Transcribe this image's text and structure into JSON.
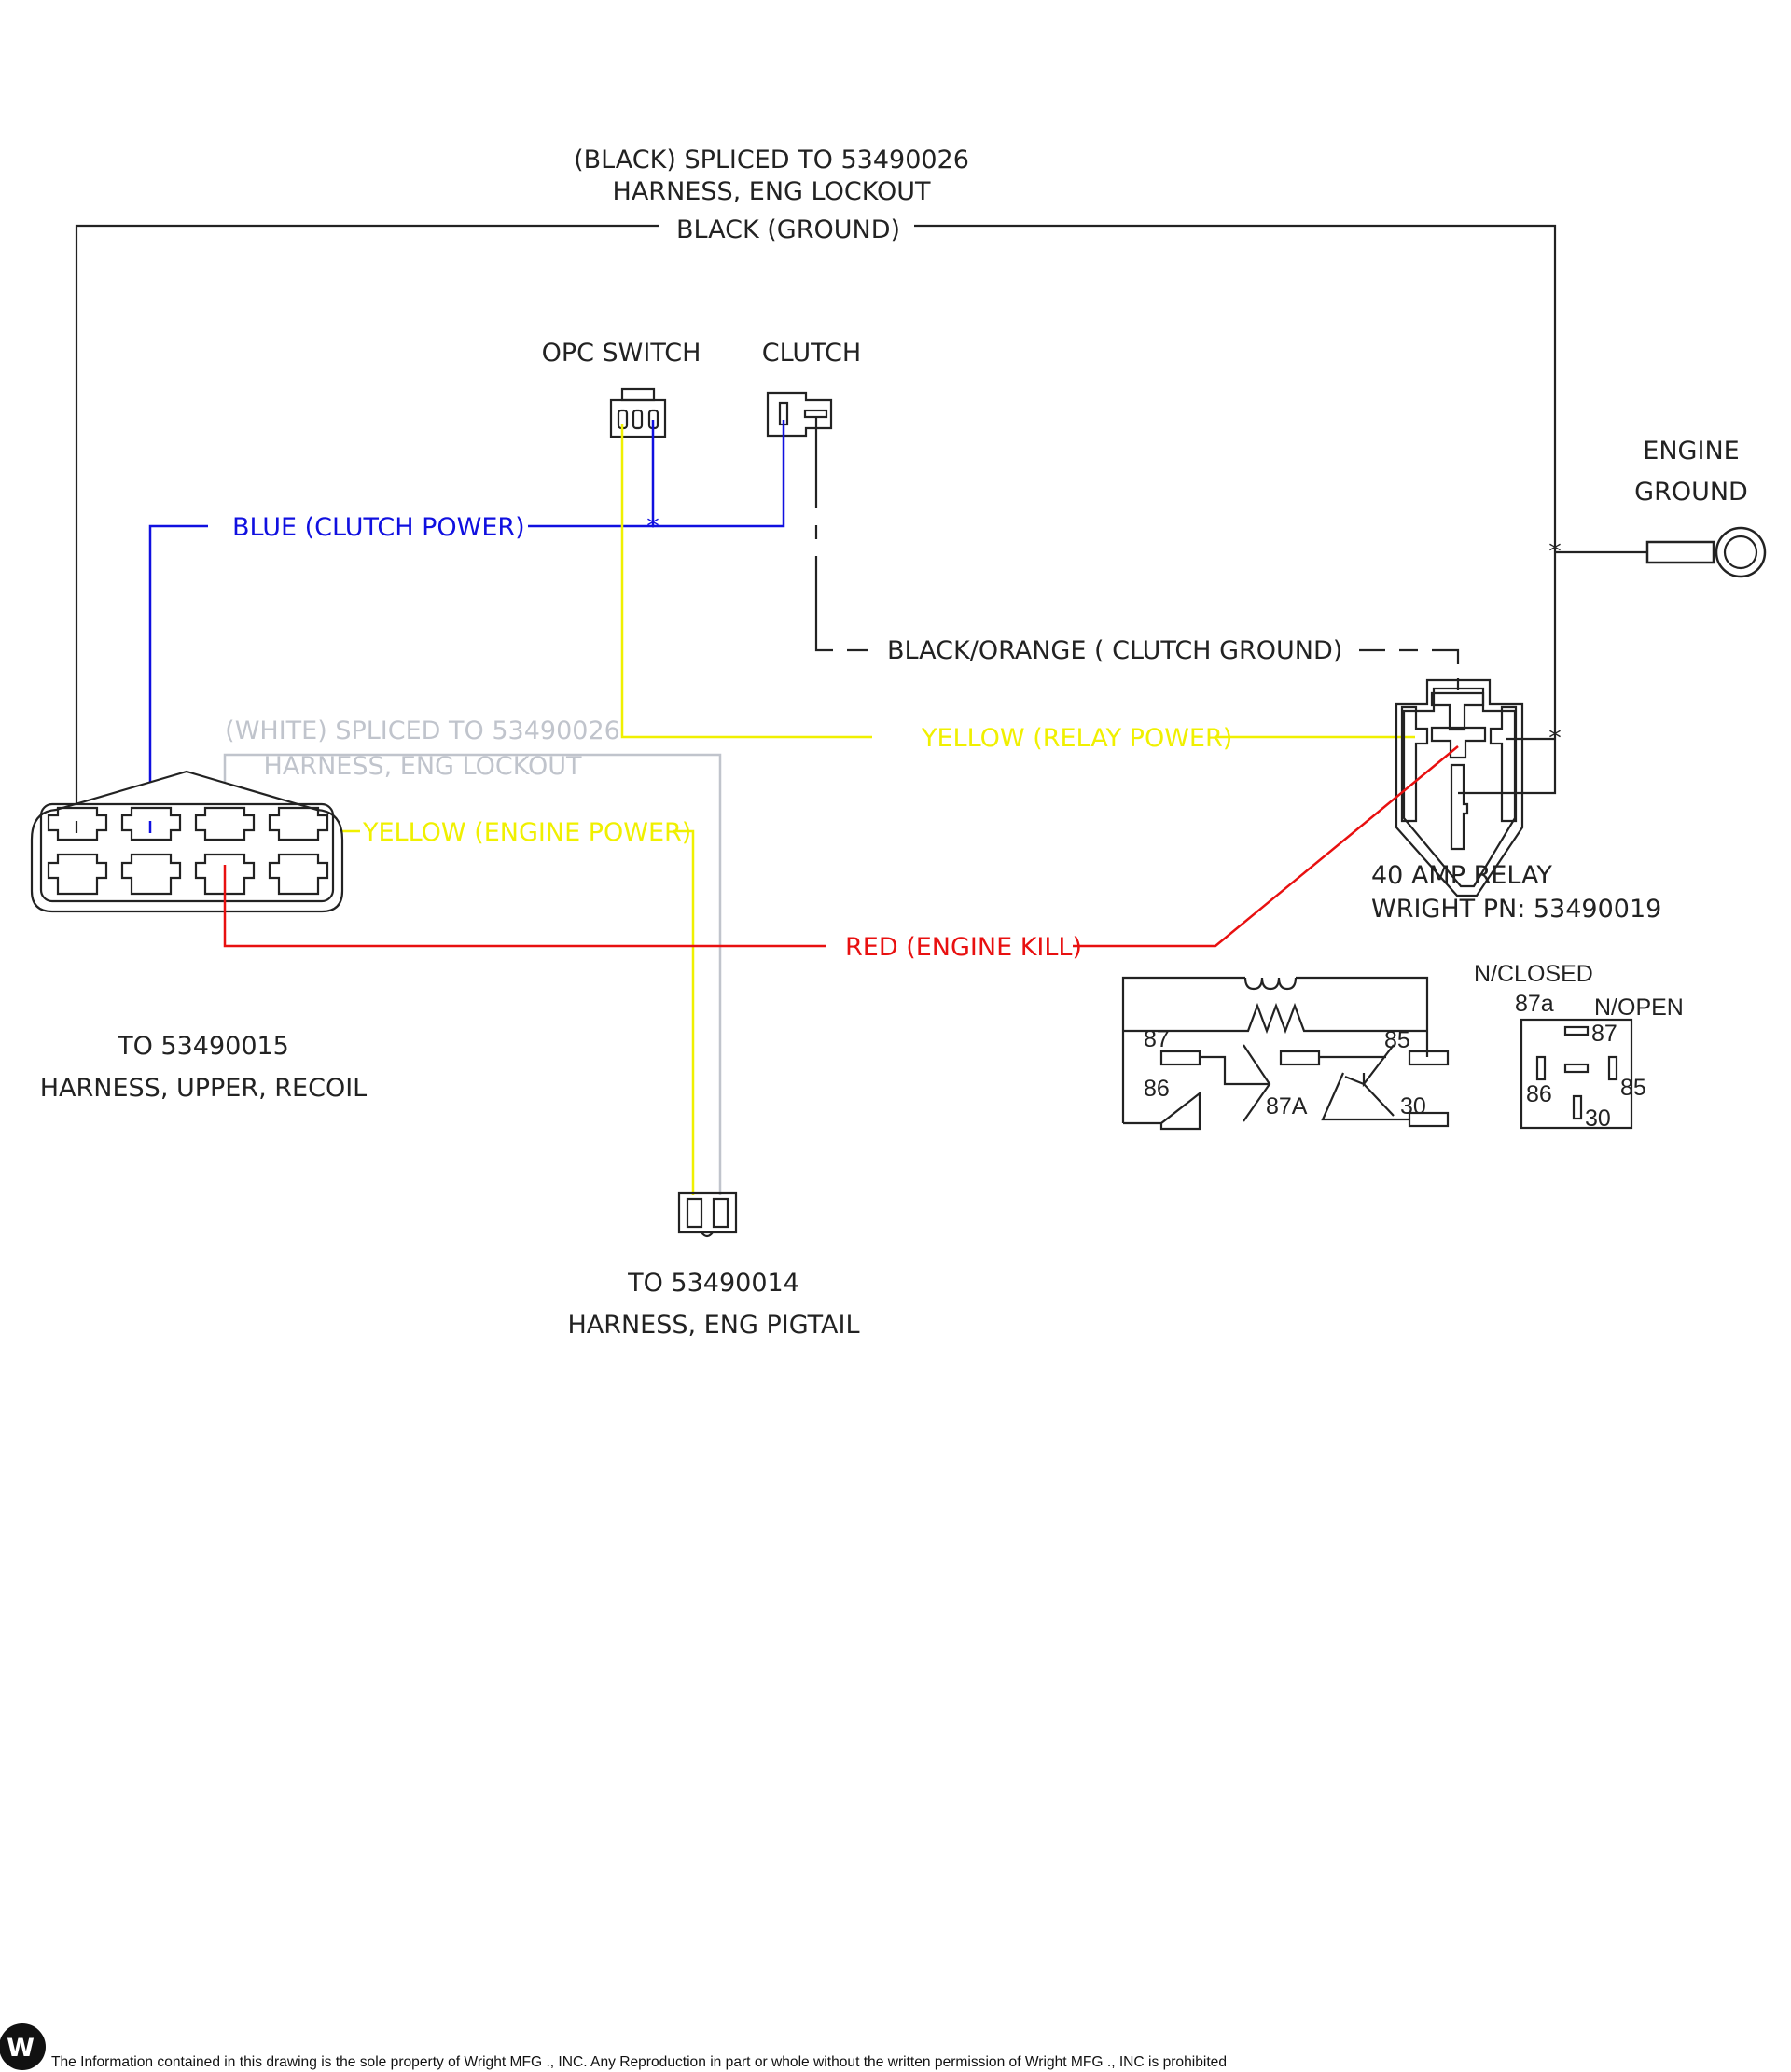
{
  "labels": {
    "black_splice_1": "(BLACK) SPLICED TO 53490026",
    "black_splice_2": "HARNESS, ENG LOCKOUT",
    "black_ground": "BLACK (GROUND)",
    "opc_switch": "OPC SWITCH",
    "clutch": "CLUTCH",
    "engine_ground_1": "ENGINE",
    "engine_ground_2": "GROUND",
    "blue_clutch_power": "BLUE (CLUTCH POWER)",
    "black_orange": "BLACK/ORANGE ( CLUTCH GROUND)",
    "yellow_relay_power": "YELLOW (RELAY POWER)",
    "white_splice_1": "(WHITE) SPLICED TO 53490026",
    "white_splice_2": "HARNESS, ENG LOCKOUT",
    "yellow_engine_power": "YELLOW (ENGINE POWER)",
    "red_engine_kill": "RED (ENGINE KILL)",
    "relay_1": "40 AMP RELAY",
    "relay_2": "WRIGHT PN: 53490019",
    "upper_1": "TO 53490015",
    "upper_2": "HARNESS, UPPER, RECOIL",
    "pigtail_1": "TO 53490014",
    "pigtail_2": "HARNESS, ENG PIGTAIL"
  },
  "relay_schematic": {
    "p87": "87",
    "p86": "86",
    "p87A": "87A",
    "p85": "85",
    "p30": "30"
  },
  "pinout": {
    "n_closed": "N/CLOSED",
    "p87a": "87a",
    "n_open": "N/OPEN",
    "p87": "87",
    "p86": "86",
    "p85": "85",
    "p30": "30"
  },
  "footer": {
    "logo_letter": "W",
    "notice": "The Information contained in this drawing is the sole property of Wright MFG ., INC. Any Reproduction in part or whole without the written permission of Wright MFG ., INC is prohibited"
  },
  "colors": {
    "black": "#222222",
    "blue": "#1010e0",
    "yellow": "#f0f000",
    "red": "#e81010",
    "white_wire": "#c0c4cc"
  }
}
